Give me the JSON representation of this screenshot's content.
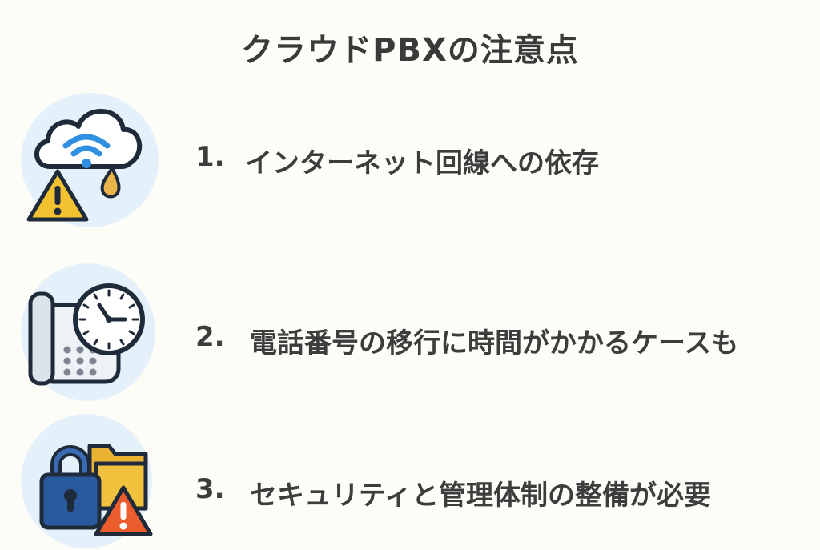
{
  "title": "クラウドPBXの注意点",
  "items": [
    {
      "number": "1.",
      "text": "インターネット回線への依存",
      "icon": "cloud-wifi-warning-icon"
    },
    {
      "number": "2.",
      "text": "電話番号の移行に時間がかかるケースも",
      "icon": "phone-clock-icon"
    },
    {
      "number": "3.",
      "text": "セキュリティと管理体制の整備が必要",
      "icon": "lock-folder-warning-icon"
    }
  ],
  "colors": {
    "background": "#fdfcf6",
    "icon_bg": "#e4f1fb",
    "wifi": "#2f8fe0",
    "warning": "#f2c230",
    "drop": "#e9b449",
    "lock": "#2a5a9e",
    "folder": "#f0c23e",
    "alert": "#ec5d2e"
  }
}
